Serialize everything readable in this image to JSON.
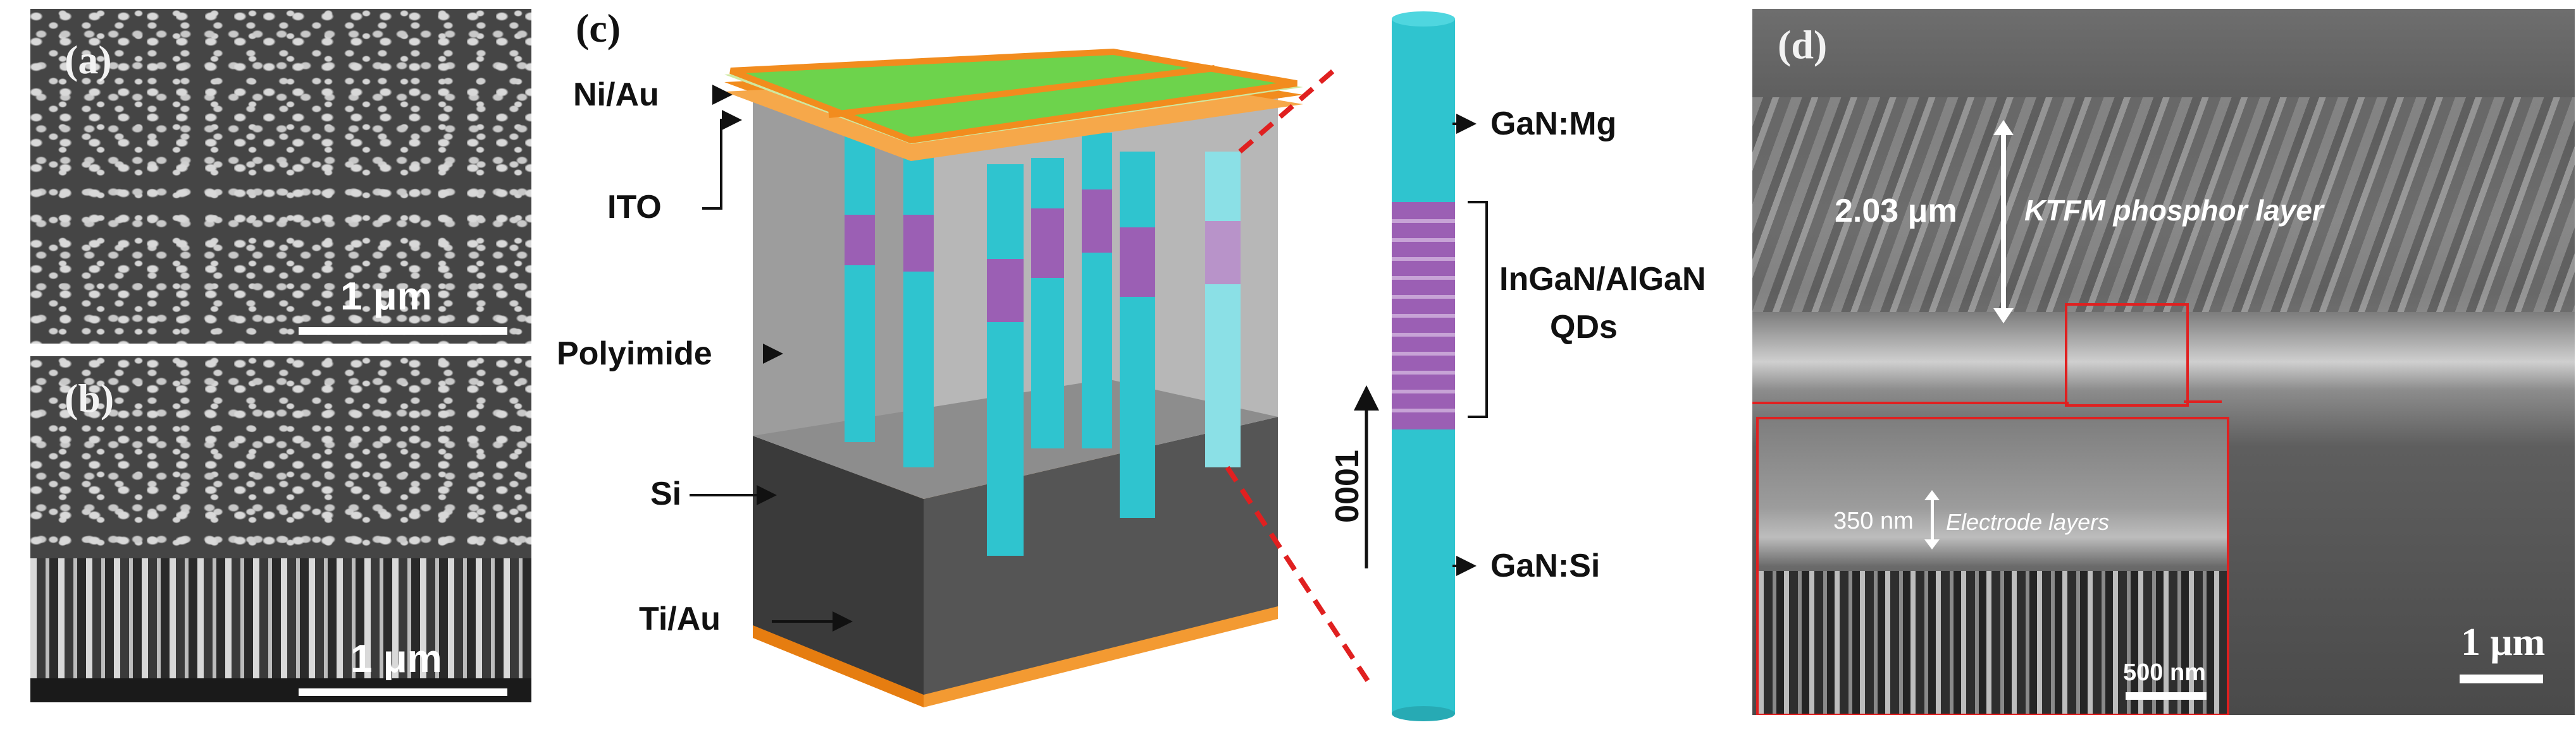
{
  "panels": {
    "a": {
      "label": "(a)",
      "scale": "1 μm"
    },
    "b": {
      "label": "(b)",
      "scale": "1 μm"
    },
    "c": {
      "label": "(c)",
      "layers": {
        "niau": "Ni/Au",
        "ito": "ITO",
        "polyimide": "Polyimide",
        "si": "Si",
        "tiau": "Ti/Au"
      },
      "nanowire": {
        "top": "GaN:Mg",
        "qd_line1": "InGaN/AlGaN",
        "qd_line2": "QDs",
        "bottom": "GaN:Si",
        "direction": "0001"
      }
    },
    "d": {
      "label": "(d)",
      "thickness": "2.03 μm",
      "phosphor": "KTFM phosphor layer",
      "inset_thickness": "350 nm",
      "electrode": "Electrode layers",
      "inset_scale": "500 nm",
      "scale": "1 μm"
    }
  },
  "colors": {
    "cyan": "#2fc4cf",
    "purple": "#9b5fb4",
    "orange": "#f28c1e",
    "green": "#7ed957",
    "gray": "#a8a8a8",
    "dark": "#4a4a4a"
  }
}
